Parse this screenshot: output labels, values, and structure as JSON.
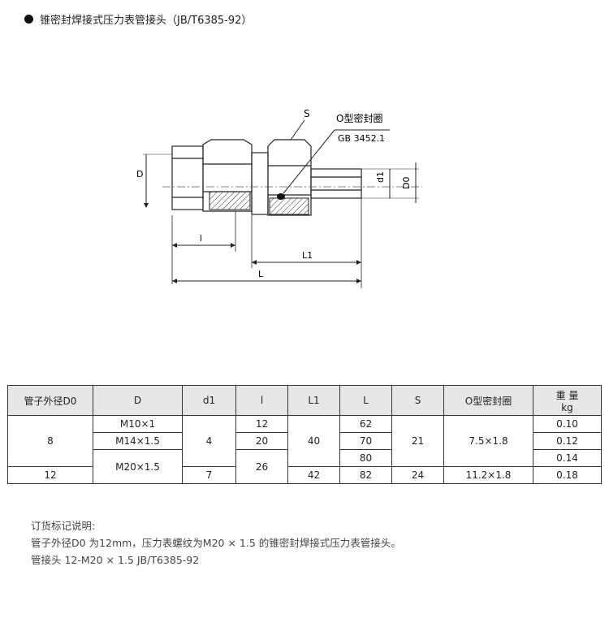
{
  "title": "锥密封焊接式压力表管接头（JB/T6385-92）",
  "drawing": {
    "label_s": "S",
    "label_oring": "O型密封圈",
    "label_standard": "GB 3452.1",
    "label_D": "D",
    "label_d1": "d1",
    "label_D0": "D0",
    "label_l": "l",
    "label_L1": "L1",
    "label_L": "L"
  },
  "table": {
    "headers": [
      "管子外径D0",
      "D",
      "d1",
      "l",
      "L1",
      "L",
      "S",
      "O型密封圈",
      "重 量"
    ],
    "weight_unit": "kg",
    "do_values": [
      "8",
      "12"
    ],
    "d_values": [
      "M10×1",
      "M14×1.5",
      "M20×1.5"
    ],
    "d1_values": [
      "4",
      "7"
    ],
    "l_values": [
      "12",
      "20",
      "26"
    ],
    "l1_values": [
      "40",
      "42"
    ],
    "L_values": [
      "62",
      "70",
      "80",
      "82"
    ],
    "s_values": [
      "21",
      "24"
    ],
    "oring_values": [
      "7.5×1.8",
      "11.2×1.8"
    ],
    "weight_values": [
      "0.10",
      "0.12",
      "0.14",
      "0.18"
    ]
  },
  "notes": {
    "heading": "订货标记说明:",
    "line1": "管子外径D0 为12mm，压力表螺纹为M20 × 1.5 的锥密封焊接式压力表管接头。",
    "line2": "管接头 12-M20 × 1.5 JB/T6385-92"
  }
}
